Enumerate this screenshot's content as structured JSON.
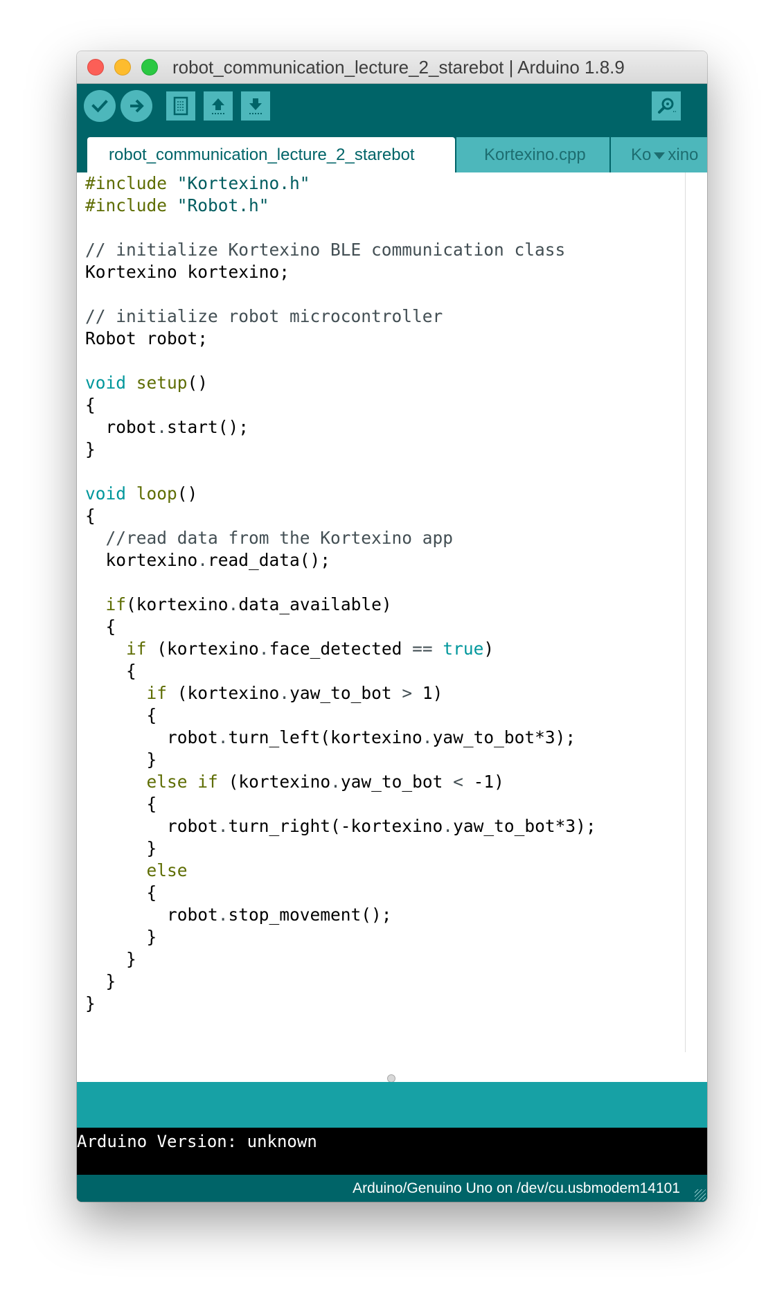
{
  "window": {
    "title": "robot_communication_lecture_2_starebot | Arduino 1.8.9"
  },
  "toolbar": {
    "verify_icon": "checkmark-icon",
    "upload_icon": "arrow-right-icon",
    "new_icon": "document-icon",
    "open_icon": "arrow-up-icon",
    "save_icon": "arrow-down-icon",
    "serial_monitor_icon": "magnifier-icon"
  },
  "tabs": [
    {
      "label": "robot_communication_lecture_2_starebot",
      "active": true
    },
    {
      "label": "Kortexino.cpp",
      "active": false
    },
    {
      "label_left": "Ko",
      "label_right": "xino",
      "active": false
    }
  ],
  "code": {
    "lines": [
      [
        [
          "pre",
          "#include"
        ],
        [
          "plain",
          " "
        ],
        [
          "str",
          "\"Kortexino.h\""
        ]
      ],
      [
        [
          "pre",
          "#include"
        ],
        [
          "plain",
          " "
        ],
        [
          "str",
          "\"Robot.h\""
        ]
      ],
      [],
      [
        [
          "com",
          "// initialize Kortexino BLE communication class"
        ]
      ],
      [
        [
          "plain",
          "Kortexino kortexino;"
        ]
      ],
      [],
      [
        [
          "com",
          "// initialize robot microcontroller"
        ]
      ],
      [
        [
          "plain",
          "Robot robot;"
        ]
      ],
      [],
      [
        [
          "kw",
          "void"
        ],
        [
          "plain",
          " "
        ],
        [
          "fn",
          "setup"
        ],
        [
          "plain",
          "()"
        ]
      ],
      [
        [
          "plain",
          "{"
        ]
      ],
      [
        [
          "plain",
          "  robot"
        ],
        [
          "op",
          "."
        ],
        [
          "plain",
          "start();"
        ]
      ],
      [
        [
          "plain",
          "}"
        ]
      ],
      [],
      [
        [
          "kw",
          "void"
        ],
        [
          "plain",
          " "
        ],
        [
          "fn",
          "loop"
        ],
        [
          "plain",
          "()"
        ]
      ],
      [
        [
          "plain",
          "{"
        ]
      ],
      [
        [
          "plain",
          "  "
        ],
        [
          "com",
          "//read data from the Kortexino app"
        ]
      ],
      [
        [
          "plain",
          "  kortexino"
        ],
        [
          "op",
          "."
        ],
        [
          "plain",
          "read_data();"
        ]
      ],
      [],
      [
        [
          "plain",
          "  "
        ],
        [
          "fn",
          "if"
        ],
        [
          "plain",
          "(kortexino"
        ],
        [
          "op",
          "."
        ],
        [
          "plain",
          "data_available)"
        ]
      ],
      [
        [
          "plain",
          "  {"
        ]
      ],
      [
        [
          "plain",
          "    "
        ],
        [
          "fn",
          "if"
        ],
        [
          "plain",
          " (kortexino"
        ],
        [
          "op",
          "."
        ],
        [
          "plain",
          "face_detected "
        ],
        [
          "op",
          "=="
        ],
        [
          "plain",
          " "
        ],
        [
          "kw",
          "true"
        ],
        [
          "plain",
          ")"
        ]
      ],
      [
        [
          "plain",
          "    {"
        ]
      ],
      [
        [
          "plain",
          "      "
        ],
        [
          "fn",
          "if"
        ],
        [
          "plain",
          " (kortexino"
        ],
        [
          "op",
          "."
        ],
        [
          "plain",
          "yaw_to_bot "
        ],
        [
          "op",
          ">"
        ],
        [
          "plain",
          " 1)"
        ]
      ],
      [
        [
          "plain",
          "      {"
        ]
      ],
      [
        [
          "plain",
          "        robot"
        ],
        [
          "op",
          "."
        ],
        [
          "plain",
          "turn_left(kortexino"
        ],
        [
          "op",
          "."
        ],
        [
          "plain",
          "yaw_to_bot*3);"
        ]
      ],
      [
        [
          "plain",
          "      }"
        ]
      ],
      [
        [
          "plain",
          "      "
        ],
        [
          "fn",
          "else"
        ],
        [
          "plain",
          " "
        ],
        [
          "fn",
          "if"
        ],
        [
          "plain",
          " (kortexino"
        ],
        [
          "op",
          "."
        ],
        [
          "plain",
          "yaw_to_bot "
        ],
        [
          "op",
          "<"
        ],
        [
          "plain",
          " -1)"
        ]
      ],
      [
        [
          "plain",
          "      {"
        ]
      ],
      [
        [
          "plain",
          "        robot"
        ],
        [
          "op",
          "."
        ],
        [
          "plain",
          "turn_right(-kortexino"
        ],
        [
          "op",
          "."
        ],
        [
          "plain",
          "yaw_to_bot*3);"
        ]
      ],
      [
        [
          "plain",
          "      }"
        ]
      ],
      [
        [
          "plain",
          "      "
        ],
        [
          "fn",
          "else"
        ]
      ],
      [
        [
          "plain",
          "      {"
        ]
      ],
      [
        [
          "plain",
          "        robot"
        ],
        [
          "op",
          "."
        ],
        [
          "plain",
          "stop_movement();"
        ]
      ],
      [
        [
          "plain",
          "      }"
        ]
      ],
      [
        [
          "plain",
          "    }"
        ]
      ],
      [
        [
          "plain",
          "  }"
        ]
      ],
      [
        [
          "plain",
          "}"
        ]
      ]
    ]
  },
  "console": {
    "text": "Arduino Version: unknown"
  },
  "status": {
    "board": "Arduino/Genuino Uno on /dev/cu.usbmodem14101"
  },
  "colors": {
    "toolbar": "#006468",
    "button": "#4db7bb",
    "message_bar": "#17a1a5",
    "console": "#000000"
  }
}
